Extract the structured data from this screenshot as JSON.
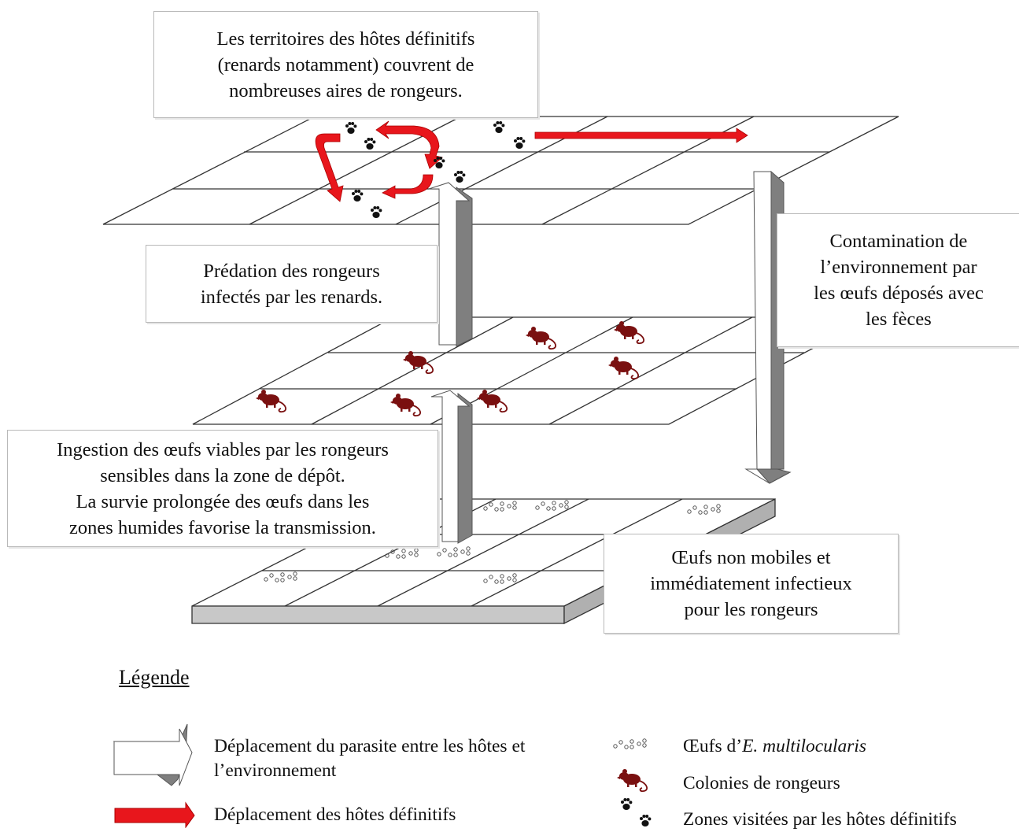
{
  "boxes": {
    "territoires": "Les territoires des hôtes définitifs\n(renards notamment) couvrent de\nnombreuses aires de rongeurs.",
    "predation": "Prédation des rongeurs\ninfectés par les renards.",
    "contamination": "Contamination de\nl’environnement par\nles œufs déposés avec\nles fèces",
    "ingestion": "Ingestion des œufs viables par les rongeurs\nsensibles dans la zone de dépôt.\nLa survie prolongée des œufs dans les\nzones humides favorise la transmission.",
    "oeufs": "Œufs non mobiles et\nimmédiatement infectieux\npour les rongeurs"
  },
  "legend": {
    "title": "Légende",
    "exchange": "Déplacement du parasite entre les hôtes et\nl’environnement",
    "host_move": "Déplacement des hôtes définitifs",
    "eggs_prefix": "Œufs d’",
    "eggs_species": "E. multilocularis",
    "rodents": "Colonies de rongeurs",
    "zones": "Zones visitées par les hôtes définitifs"
  },
  "colors": {
    "host_arrow": "#e8161c",
    "rodent": "#7a1010",
    "grid": "#333333",
    "exchange_arrow_dark": "#7f7f7f",
    "slab_side": "#c8c8c8"
  },
  "icons": [
    "paw-print-icon",
    "rodent-icon",
    "egg-cluster-icon",
    "red-arrow-icon",
    "grey-3d-arrow-icon"
  ]
}
